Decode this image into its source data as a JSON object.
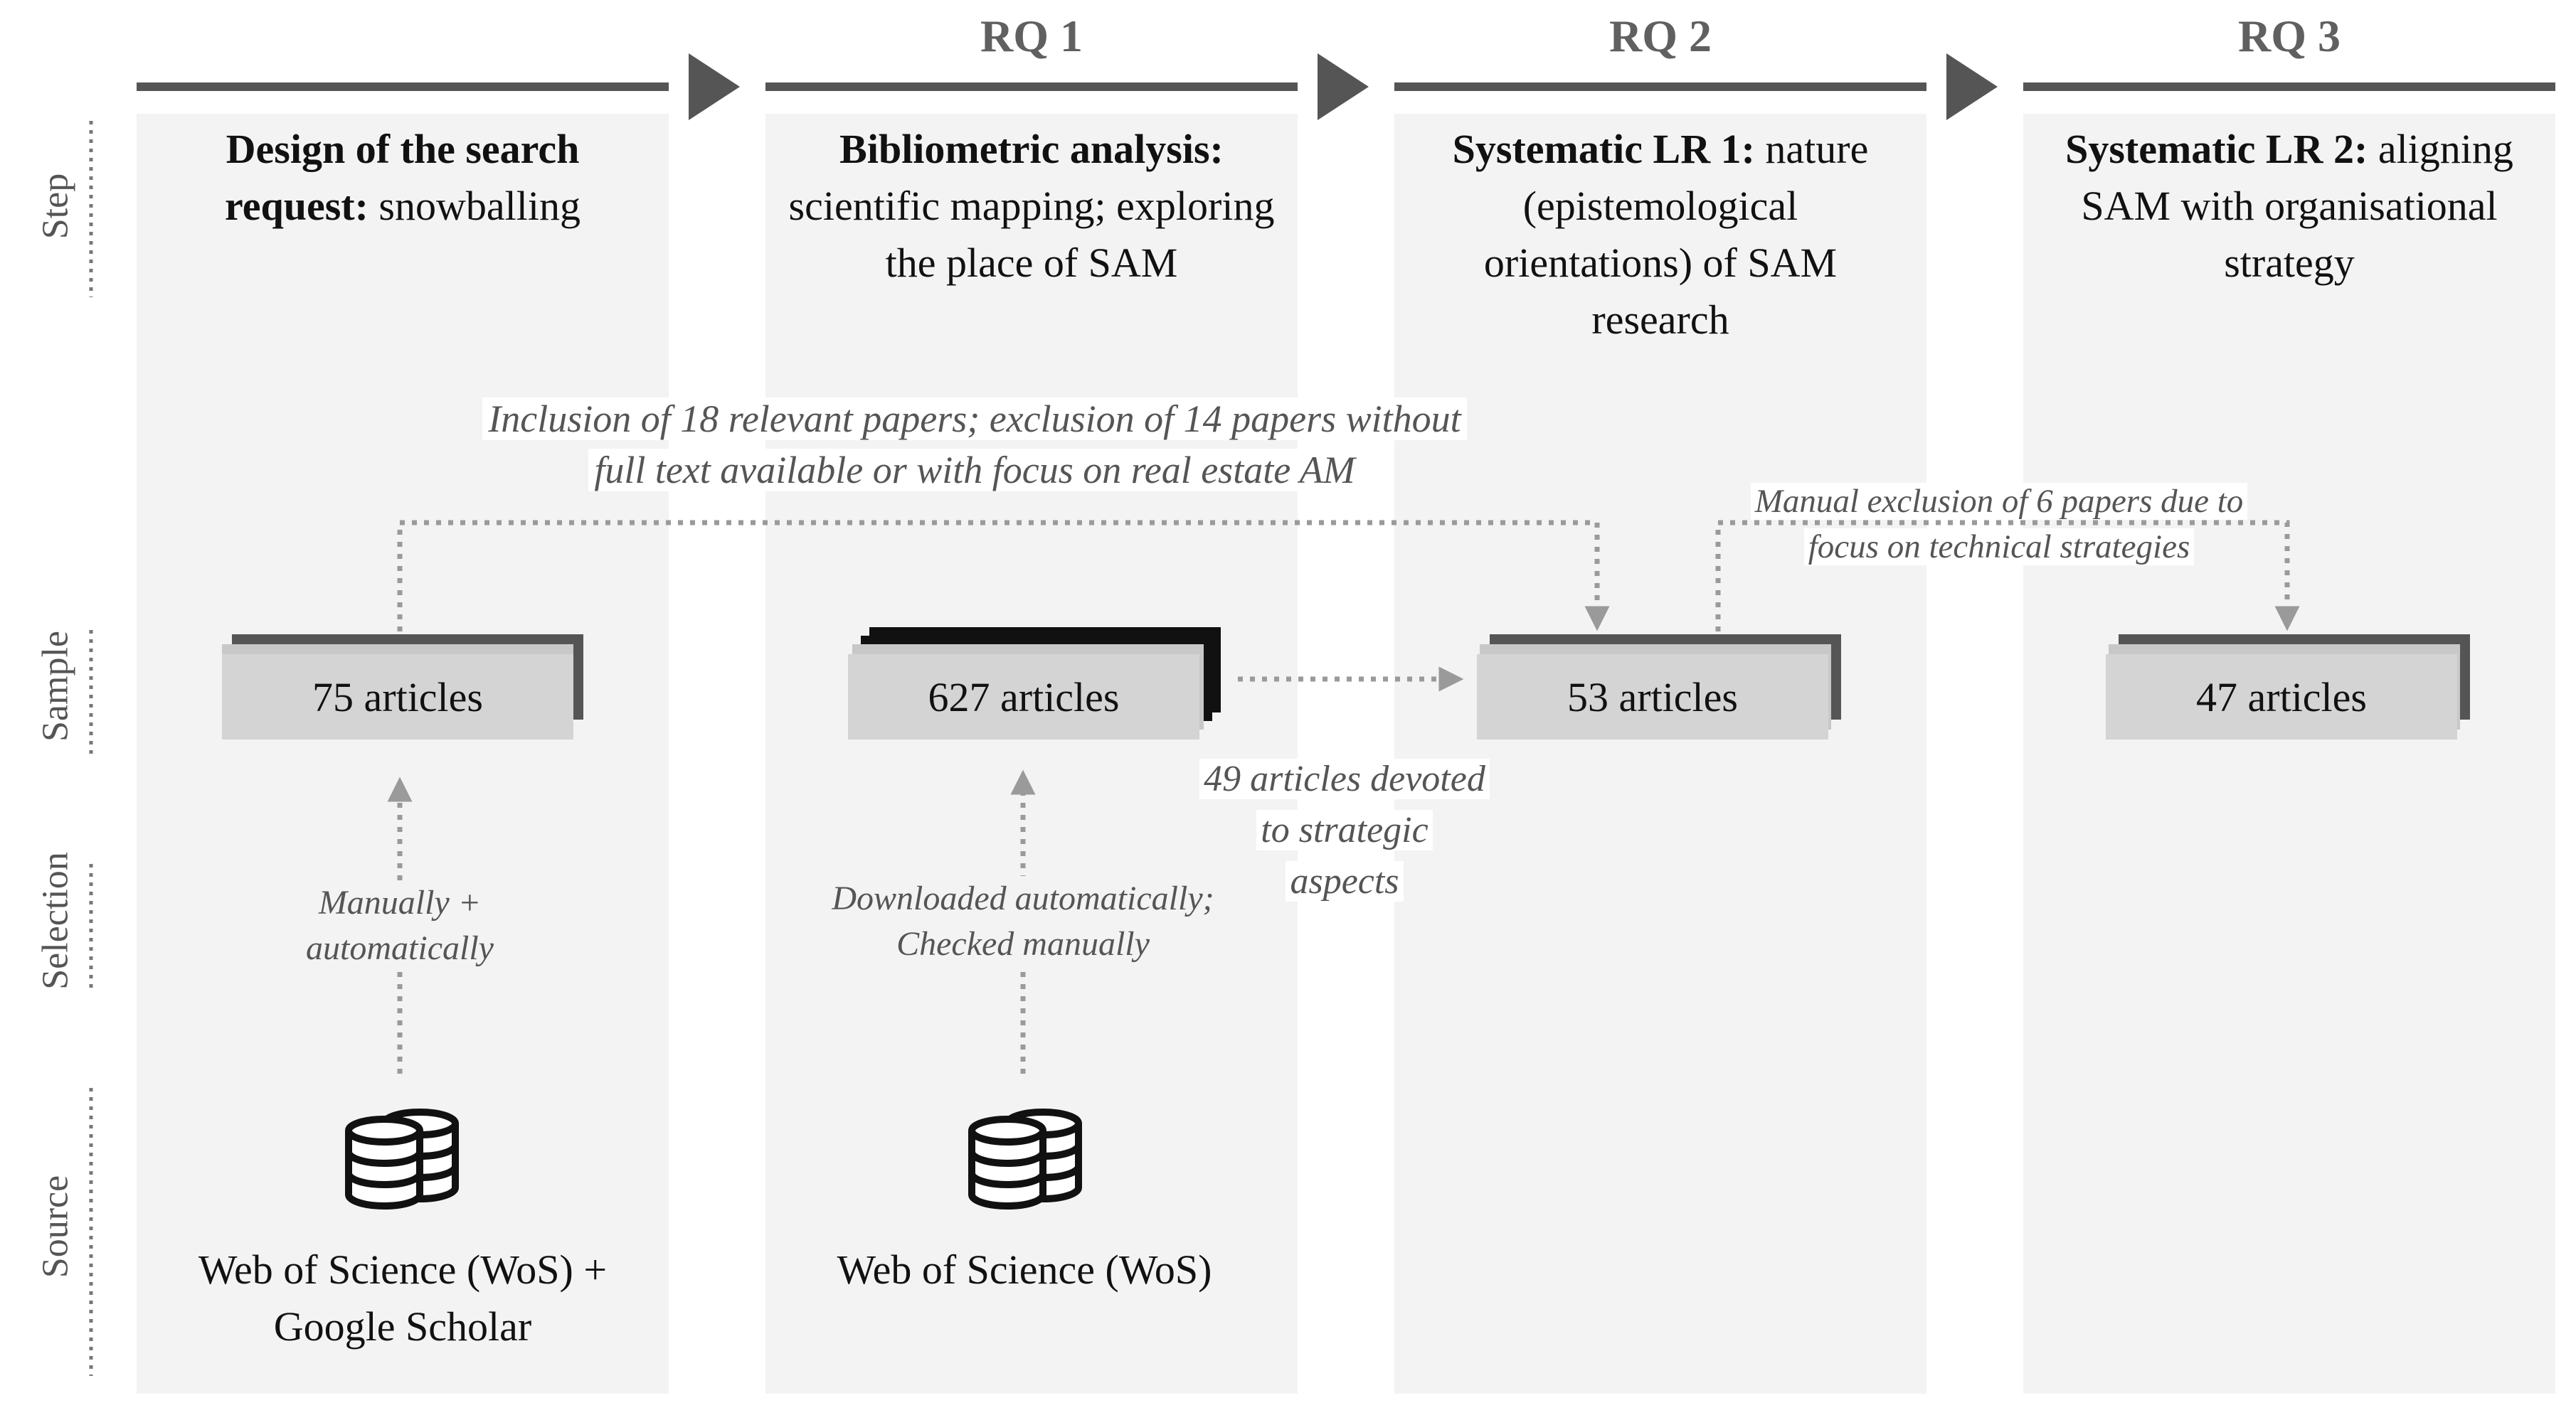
{
  "headers": [
    "",
    "RQ 1",
    "RQ 2",
    "RQ 3"
  ],
  "row_labels": [
    "Step",
    "Sample",
    "Selection",
    "Source"
  ],
  "steps": [
    {
      "bold": "Design of the search request:",
      "rest": " snowballing"
    },
    {
      "bold": "Bibliometric analysis:",
      "rest": " scientific mapping; exploring the place of SAM"
    },
    {
      "bold": "Systematic LR 1:",
      "rest": " nature (epistemological orientations) of SAM research"
    },
    {
      "bold": "Systematic LR 2:",
      "rest": " aligning SAM with organisational strategy"
    }
  ],
  "samples": [
    "75 articles",
    "627 articles",
    "53 articles",
    "47 articles"
  ],
  "annotations": {
    "inclusion_line1": "Inclusion of 18 relevant papers; exclusion of 14 papers without",
    "inclusion_line2": "full text available or with focus on real estate AM",
    "manual_excl_line1": "Manual exclusion of 6 papers due to",
    "manual_excl_line2": "focus on technical strategies",
    "devoted_line1": "49 articles devoted",
    "devoted_line2": "to strategic",
    "devoted_line3": "aspects",
    "sel1_line1": "Manually +",
    "sel1_line2": "automatically",
    "sel2_line1": "Downloaded automatically;",
    "sel2_line2": "Checked manually"
  },
  "sources": [
    {
      "line1": "Web of Science (WoS) +",
      "line2": "Google Scholar",
      "icon": "database-icon"
    },
    {
      "line1": "Web of Science (WoS)",
      "line2": "",
      "icon": "database-icon"
    }
  ],
  "colors": {
    "header_bar": "#555555",
    "arrow": "#9a9a9a",
    "column": "#f3f3f3",
    "box": "#d4d4d4"
  }
}
